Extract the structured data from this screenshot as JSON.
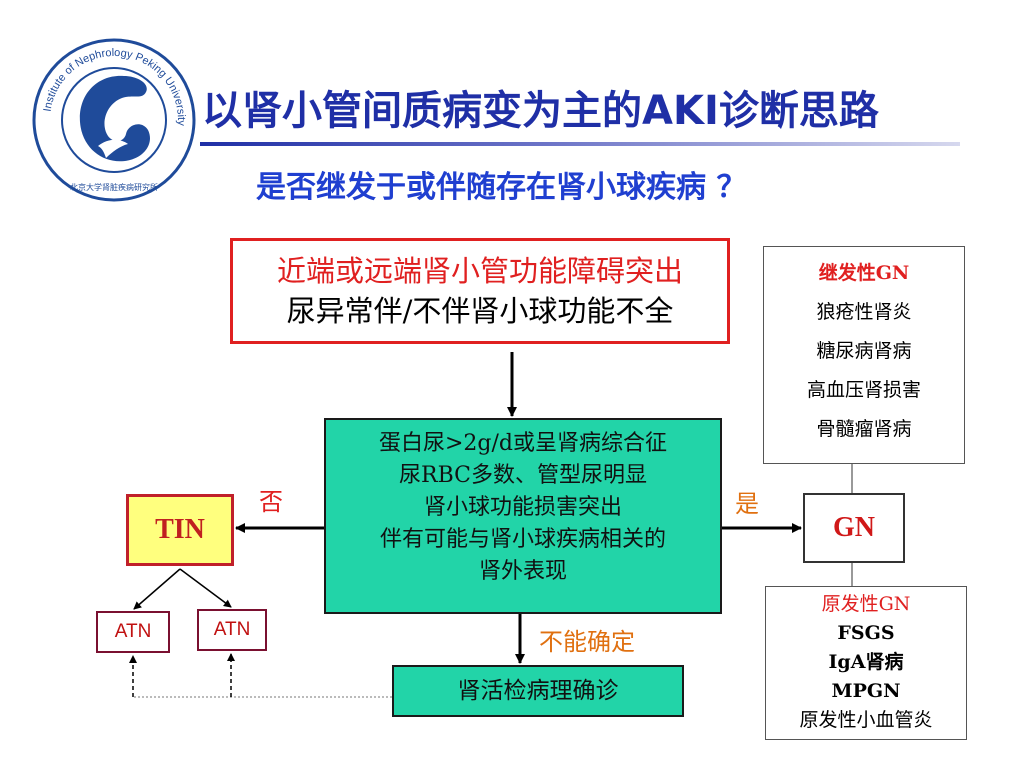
{
  "header": {
    "title": "以肾小管间质病变为主的AKI诊断思路",
    "subtitle": "是否继发于或伴随存在肾小球疾病 ？"
  },
  "logo": {
    "ring_text": "Institute of Nephrology Peking University",
    "bottom_text": "北京大学肾脏疾病研究所",
    "colors": {
      "ring": "#1f4b9a",
      "center": "#1f4b9a"
    }
  },
  "flow": {
    "top_box": {
      "line1": "近端或远端肾小管功能障碍突出",
      "line2": "尿异常伴/不伴肾小球功能不全"
    },
    "center_box": {
      "lines": [
        "蛋白尿>2g/d或呈肾病综合征",
        "尿RBC多数、管型尿明显",
        "肾小球功能损害突出",
        "伴有可能与肾小球疾病相关的",
        "肾外表现"
      ]
    },
    "left_label": "否",
    "right_label": "是",
    "down_label": "不能确定",
    "tin": "TIN",
    "atn_left": "ATN",
    "atn_right": "ATN",
    "biopsy": "肾活检病理确诊",
    "gn": "GN",
    "secondary": {
      "head": "继发性GN",
      "items": [
        "狼疮性肾炎",
        "糖尿病肾病",
        "高血压肾损害",
        "骨髓瘤肾病"
      ]
    },
    "primary": {
      "head": "原发性GN",
      "items": [
        "FSGS",
        "IgA肾病",
        "MPGN",
        "原发性小血管炎"
      ]
    }
  },
  "colors": {
    "title": "#1f2fa6",
    "accent_red": "#e02020",
    "box_fill": "#22d4a8",
    "tin_fill": "#ffff7e",
    "label_orange": "#e07010"
  }
}
